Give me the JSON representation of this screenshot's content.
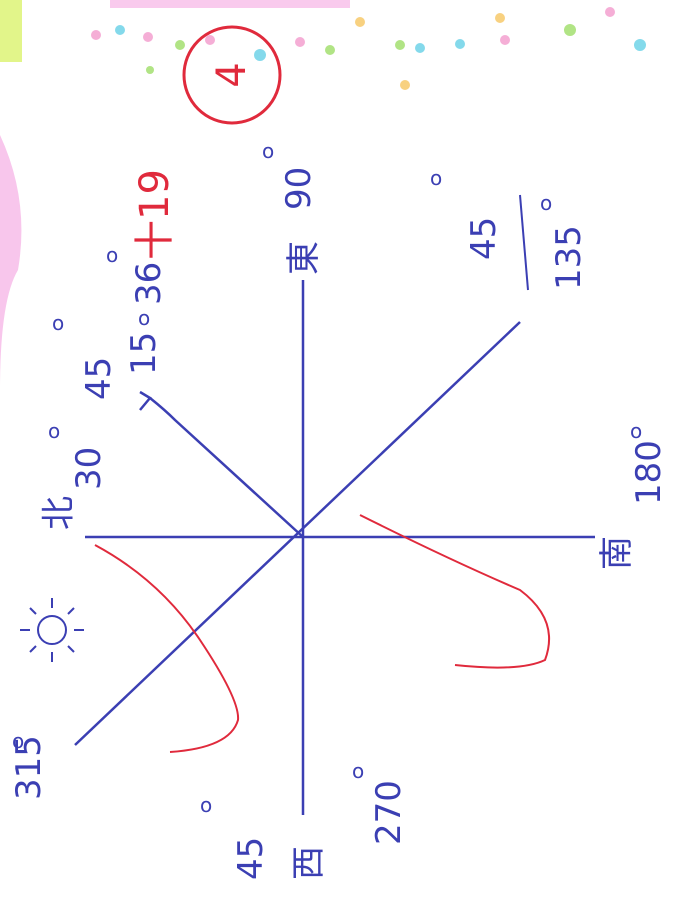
{
  "colors": {
    "ink_blue": "#3b3fb3",
    "ink_red": "#e02a3c",
    "paper": "#ffffff",
    "highlighter_pink": "#f6b3e6",
    "highlighter_green": "#e2f58a"
  },
  "title": {
    "text": "十19",
    "circled_number": "4"
  },
  "directions": {
    "north": {
      "char": "北",
      "angle": "30"
    },
    "east": {
      "char": "東",
      "angle": "90"
    },
    "south": {
      "char": "南",
      "angle": "180"
    },
    "west": {
      "char": "西",
      "angle": "270"
    }
  },
  "annotations": {
    "northeast_arrow": "45",
    "northeast_arrow_under": "15",
    "northeast_arrow_value": "36",
    "southeast_fraction_top": "45",
    "southeast_fraction_bottom": "135",
    "northwest_value": "315",
    "west_value": "45",
    "degree_mark": "o"
  },
  "icons": {
    "sun": "sun-icon"
  }
}
